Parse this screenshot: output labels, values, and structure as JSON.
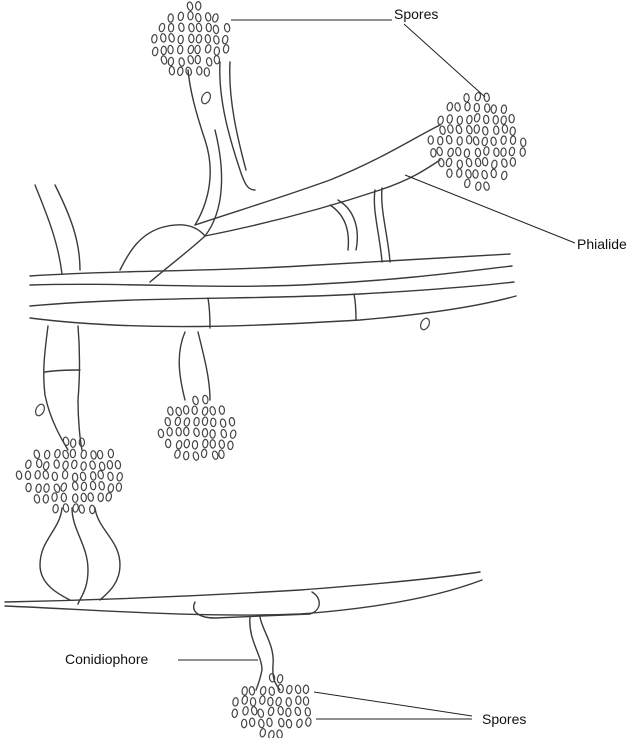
{
  "labels": {
    "spores_top": "Spores",
    "phialide": "Phialide",
    "conidiophore": "Conidiophore",
    "spores_bottom": "Spores"
  },
  "colors": {
    "stroke": "#3a3a3a",
    "background": "#ffffff"
  }
}
